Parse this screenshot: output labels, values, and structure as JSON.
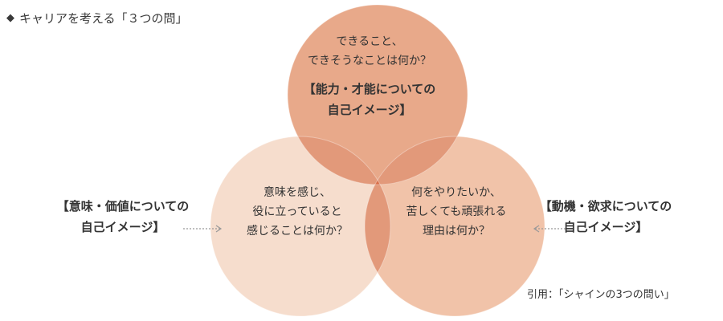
{
  "title": {
    "icon": "diamond-bullet-icon",
    "text": "キャリアを考える「３つの問」"
  },
  "colors": {
    "top_circle": "#e8a98a",
    "left_circle": "#f6ddcd",
    "right_circle": "#f1c3a9",
    "overlap": "#e2997a",
    "center": "#d9704b",
    "arrow": "#999999"
  },
  "circles": {
    "top": {
      "questions": [
        "できること、",
        "できそうなことは何か？"
      ],
      "category": [
        "【能力・才能についての",
        "自己イメージ】"
      ]
    },
    "left": {
      "questions": [
        "意味を感じ、",
        "役に立っていると",
        "感じることは何か？"
      ]
    },
    "right": {
      "questions": [
        "何をやりたいか、",
        "苦しくても頑張れる",
        "理由は何か？"
      ]
    }
  },
  "labels": {
    "left": [
      "【意味・価値についての",
      "自己イメージ】"
    ],
    "right": [
      "【動機・欲求についての",
      "自己イメージ】"
    ]
  },
  "citation": "引用：「シャインの3つの問い」"
}
